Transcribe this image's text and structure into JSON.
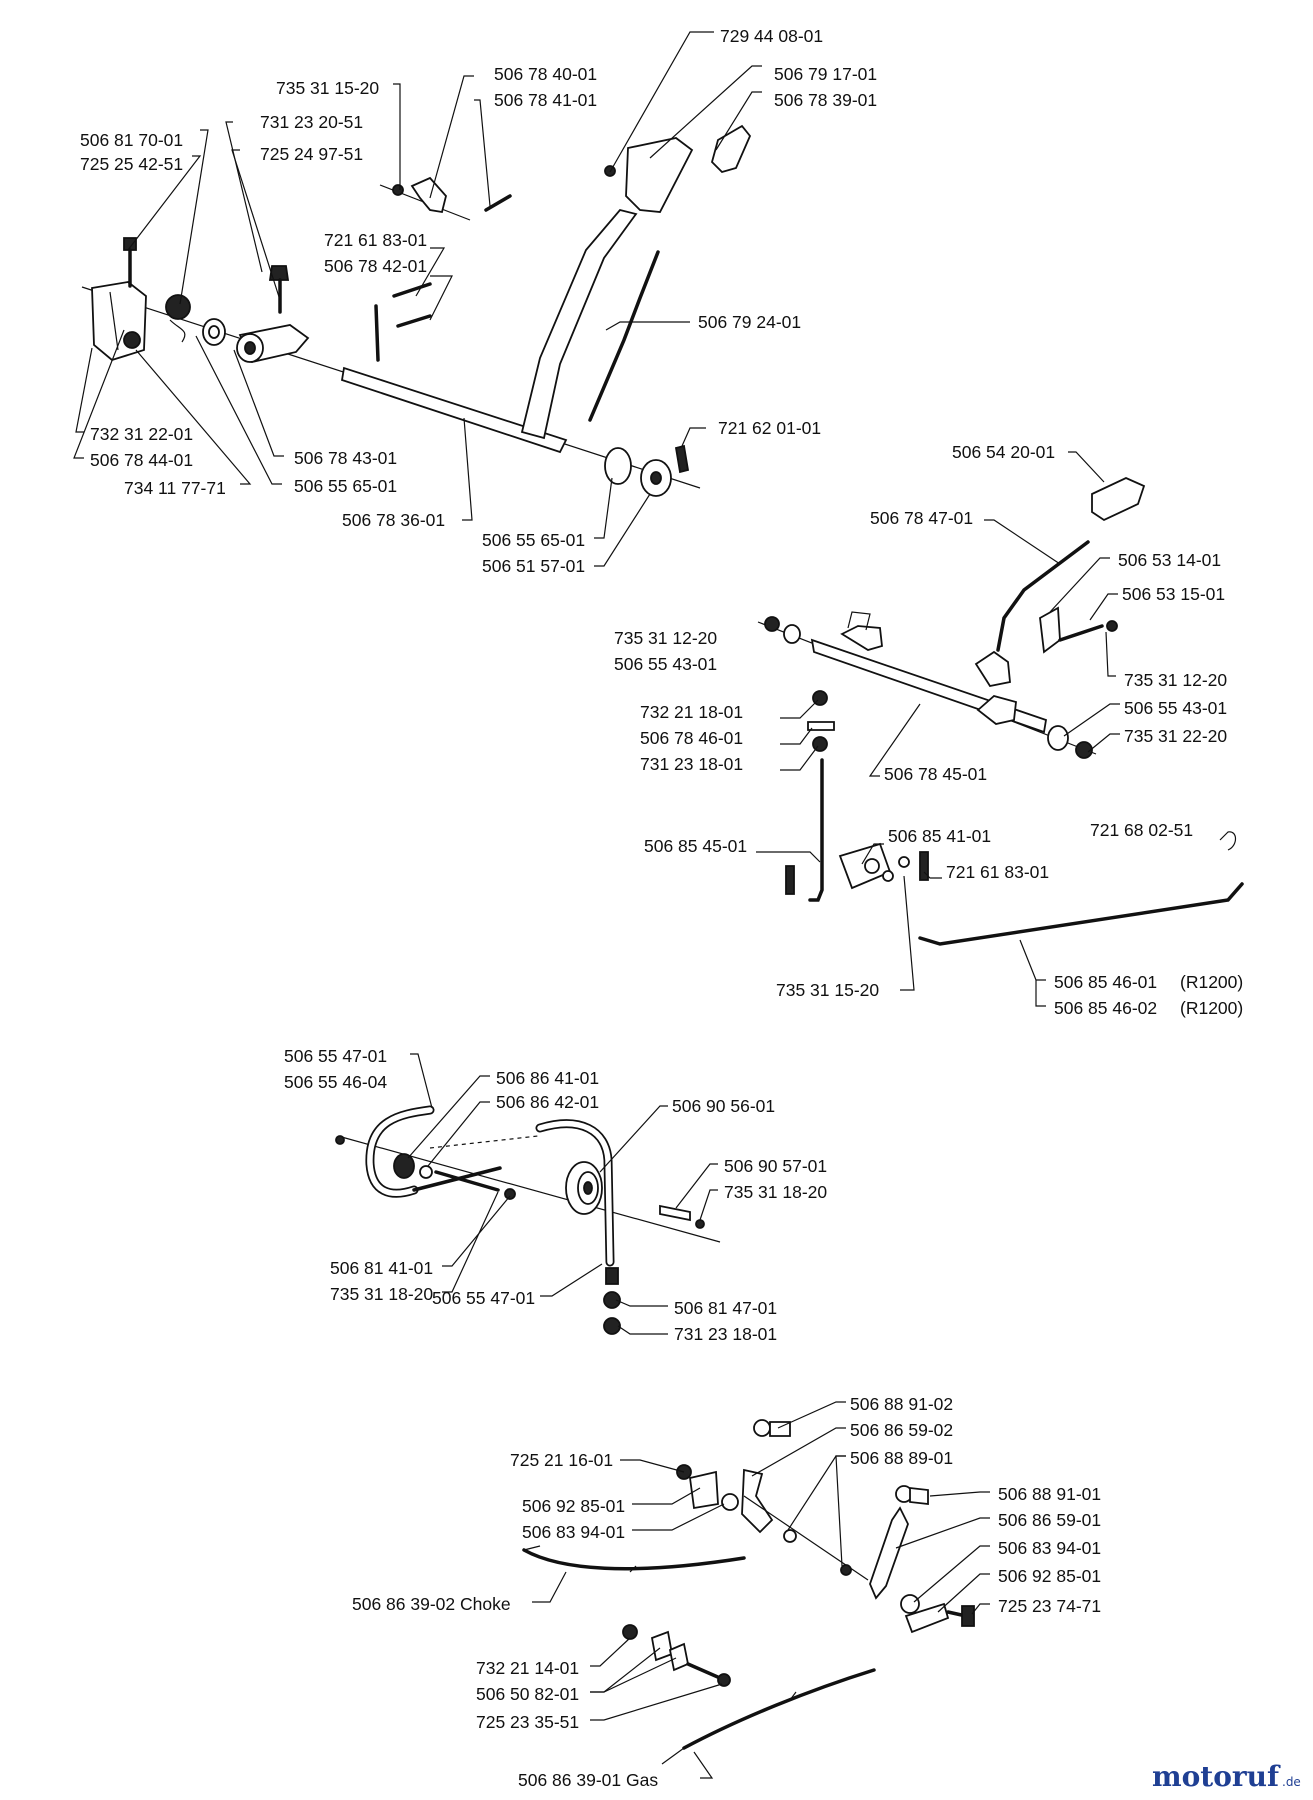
{
  "labels": {
    "l_729_44_08_01": "729 44 08-01",
    "l_506_79_17_01": "506 79 17-01",
    "l_506_78_39_01": "506 78 39-01",
    "l_735_31_15_20_a": "735 31 15-20",
    "l_506_78_40_01": "506 78 40-01",
    "l_506_78_41_01": "506 78 41-01",
    "l_731_23_20_51": "731 23 20-51",
    "l_725_24_97_51": "725 24 97-51",
    "l_506_81_70_01": "506 81 70-01",
    "l_725_25_42_51": "725 25 42-51",
    "l_721_61_83_01_a": "721 61 83-01",
    "l_506_78_42_01": "506 78 42-01",
    "l_506_79_24_01": "506 79 24-01",
    "l_721_62_01_01": "721 62 01-01",
    "l_732_31_22_01": "732 31 22-01",
    "l_506_78_44_01": "506 78 44-01",
    "l_734_11_77_71": "734 11 77-71",
    "l_506_78_43_01": "506 78 43-01",
    "l_506_55_65_01_a": "506 55 65-01",
    "l_506_78_36_01": "506 78 36-01",
    "l_506_55_65_01_b": "506 55 65-01",
    "l_506_51_57_01": "506 51 57-01",
    "l_506_54_20_01": "506 54 20-01",
    "l_506_78_47_01": "506 78 47-01",
    "l_506_53_14_01": "506 53 14-01",
    "l_506_53_15_01": "506 53 15-01",
    "l_735_31_12_20_a": "735 31 12-20",
    "l_506_55_43_01_a": "506 55 43-01",
    "l_735_31_12_20_b": "735 31 12-20",
    "l_732_21_18_01": "732 21 18-01",
    "l_506_55_43_01_b": "506 55 43-01",
    "l_506_78_46_01": "506 78 46-01",
    "l_735_31_22_20": "735 31 22-20",
    "l_731_23_18_01_a": "731 23 18-01",
    "l_506_78_45_01": "506 78 45-01",
    "l_506_85_45_01": "506 85 45-01",
    "l_506_85_41_01": "506 85 41-01",
    "l_721_68_02_51": "721 68 02-51",
    "l_721_61_83_01_b": "721 61 83-01",
    "l_735_31_15_20_b": "735 31 15-20",
    "l_506_85_46_01": "506 85 46-01",
    "l_r1200_a": "(R1200)",
    "l_506_85_46_02": "506 85 46-02",
    "l_r1200_b": "(R1200)",
    "l_506_55_47_01_a": "506 55 47-01",
    "l_506_55_46_04": "506 55 46-04",
    "l_506_86_41_01": "506 86 41-01",
    "l_506_86_42_01": "506 86 42-01",
    "l_506_90_56_01": "506 90 56-01",
    "l_506_90_57_01": "506 90 57-01",
    "l_735_31_18_20_a": "735 31 18-20",
    "l_506_81_41_01": "506 81 41-01",
    "l_735_31_18_20_b": "735 31 18-20",
    "l_506_55_47_01_b": "506 55 47-01",
    "l_506_81_47_01": "506 81 47-01",
    "l_731_23_18_01_b": "731 23 18-01",
    "l_506_88_91_02": "506 88 91-02",
    "l_506_86_59_02": "506 86 59-02",
    "l_725_21_16_01": "725 21 16-01",
    "l_506_88_89_01": "506 88 89-01",
    "l_506_92_85_01_a": "506 92 85-01",
    "l_506_88_91_01": "506 88 91-01",
    "l_506_83_94_01_a": "506 83 94-01",
    "l_506_86_59_01": "506 86 59-01",
    "l_506_83_94_01_b": "506 83 94-01",
    "l_506_92_85_01_b": "506 92 85-01",
    "l_506_86_39_02": "506 86 39-02 Choke",
    "l_725_23_74_71": "725 23 74-71",
    "l_732_21_14_01": "732 21 14-01",
    "l_506_50_82_01": "506 50 82-01",
    "l_725_23_35_51": "725 23 35-51",
    "l_506_86_39_01": "506 86 39-01 Gas"
  },
  "watermark": {
    "main": "motoruf",
    "tld": ".de",
    "main_color": "#1f3f93",
    "accent_color": "#e0741d"
  }
}
